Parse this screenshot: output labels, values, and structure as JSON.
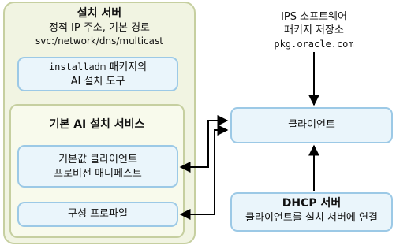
{
  "server": {
    "title": "설치 서버",
    "subtitle": "정적 IP 주소, 기본 경로",
    "path": "svc:/network/dns/multicast"
  },
  "installadm_box": {
    "line1_cmd": "installadm",
    "line1_rest": "패키지의",
    "line2": "AI 설치 도구"
  },
  "ai_service": {
    "title": "기본 AI 설치 서비스",
    "manifest_line1": "기본값 클라이언트",
    "manifest_line2": "프로비전 매니페스트",
    "profile": "구성 프로파일"
  },
  "ips": {
    "line1": "IPS 소프트웨어",
    "line2": "패키지 저장소",
    "url": "pkg.oracle.com"
  },
  "client": {
    "label": "클라이언트"
  },
  "dhcp": {
    "title": "DHCP 서버",
    "subtitle": "클라이언트를 설치 서버에 연결"
  },
  "colors": {
    "server_fill": "#f1f4e2",
    "server_border": "#c6cfa0",
    "box_fill": "#eaf5fb",
    "box_border": "#9cc9e6"
  }
}
